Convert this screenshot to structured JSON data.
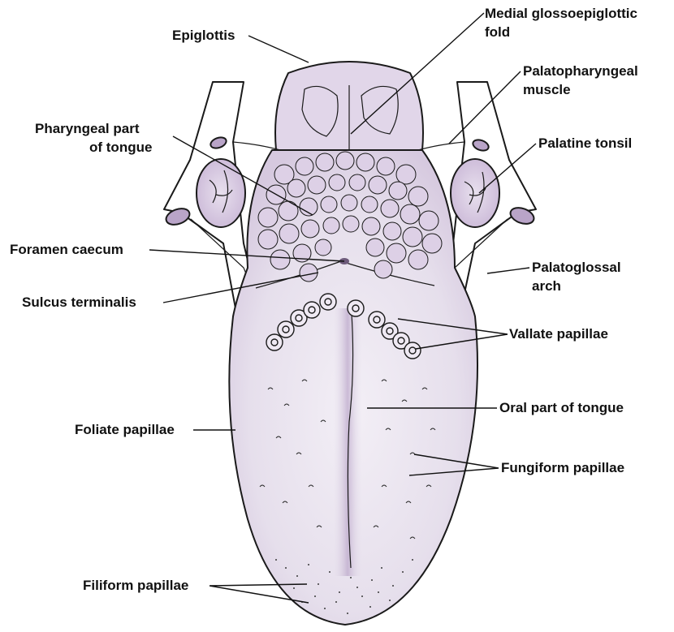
{
  "labels": {
    "epiglottis": "Epiglottis",
    "medial_glossoepiglottic_fold": [
      "Medial glossoepiglottic",
      "fold"
    ],
    "palatopharyngeal_muscle": [
      "Palatopharyngeal",
      "muscle"
    ],
    "pharyngeal_part": [
      "Pharyngeal part",
      "of tongue"
    ],
    "palatine_tonsil": "Palatine tonsil",
    "foramen_caecum": "Foramen caecum",
    "palatoglossal_arch": [
      "Palatoglossal",
      "arch"
    ],
    "sulcus_terminalis": "Sulcus terminalis",
    "vallate_papillae": "Vallate papillae",
    "oral_part": "Oral part of tongue",
    "foliate_papillae": "Foliate papillae",
    "fungiform_papillae": "Fungiform papillae",
    "filiform_papillae": "Filiform papillae"
  },
  "colors": {
    "tissue": "#e6dfec",
    "tissue_dark": "#cbbad6",
    "tissue_light": "#f3eff6",
    "outline": "#1a1a1a",
    "pharynx_band": "#ffffff"
  }
}
